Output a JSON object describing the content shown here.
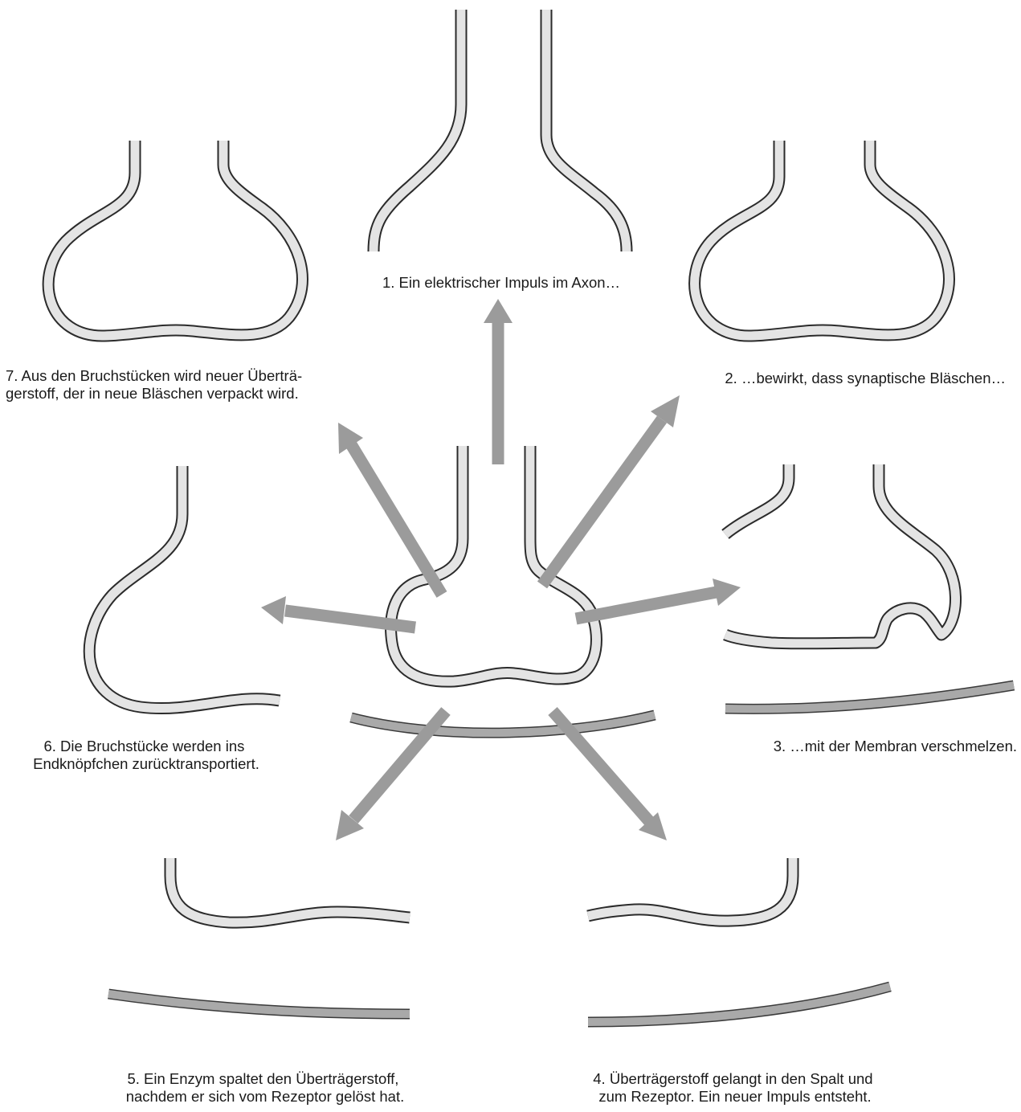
{
  "steps": {
    "step1": {
      "lines": [
        "1. Ein elektrischer Impuls im Axon…"
      ]
    },
    "step2": {
      "lines": [
        "2. …bewirkt, dass synaptische Bläschen…"
      ]
    },
    "step3": {
      "lines": [
        "3. …mit der Membran verschmelzen."
      ]
    },
    "step4": {
      "lines": [
        "4. Überträgerstoff gelangt in den Spalt und",
        "zum Rezeptor. Ein neuer Impuls entsteht."
      ]
    },
    "step5": {
      "lines": [
        "5. Ein Enzym spaltet den Überträgerstoff,",
        "nachdem er sich vom Rezeptor gelöst hat."
      ]
    },
    "step6": {
      "lines": [
        "6. Die Bruchstücke werden ins",
        "Endknöpfchen zurücktransportiert."
      ]
    },
    "step7": {
      "lines": [
        "7. Aus den Bruchstücken wird neuer Überträ-",
        "gerstoff, der in neue Bläschen verpackt wird."
      ]
    }
  },
  "colors": {
    "membrane_fill": "#e4e4e4",
    "membrane_outline": "#2b2b2b",
    "postsynaptic_fill": "#a9a9a9",
    "arrow": "#9b9b9b"
  }
}
